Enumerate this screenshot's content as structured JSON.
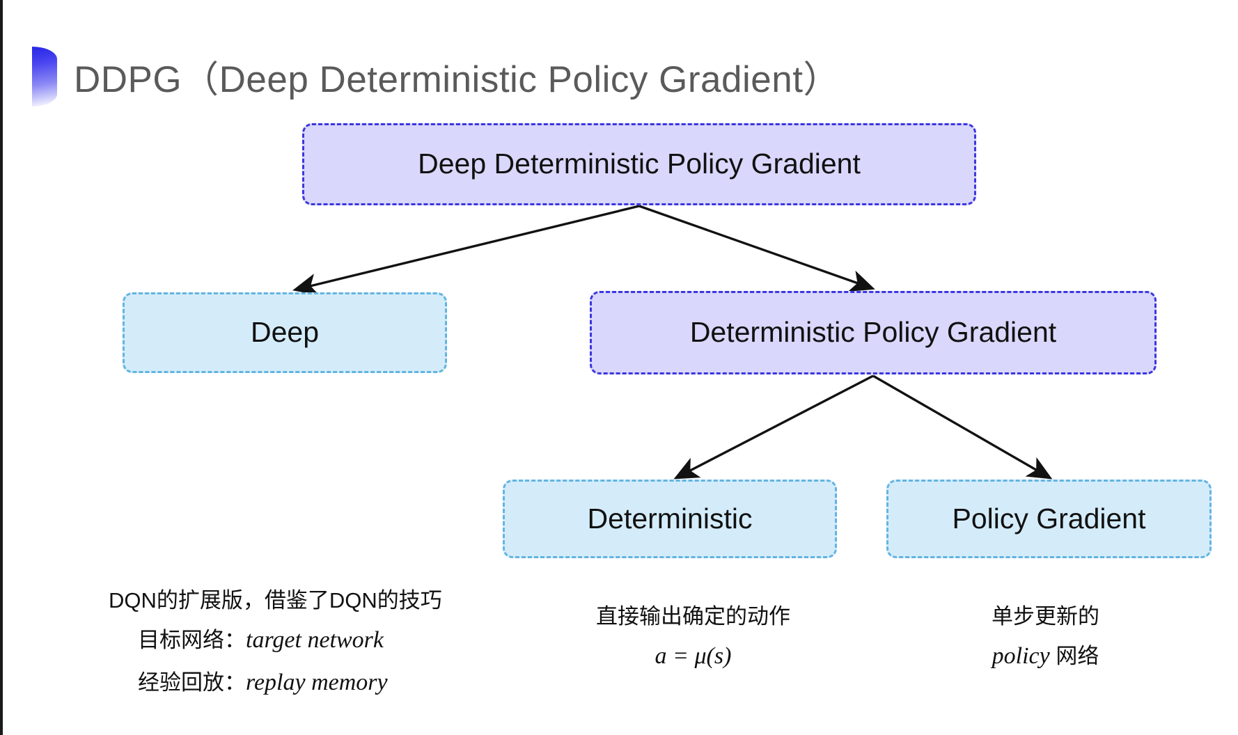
{
  "slide": {
    "title": "DDPG（Deep Deterministic Policy Gradient）",
    "bullet_icon": "half-circle-gradient-icon",
    "accent_purple": "#3b36e0",
    "accent_blue": "#62b4e0",
    "fill_purple": "#d9d7fb",
    "fill_blue": "#d4ecfa",
    "title_color": "#5a5a5a"
  },
  "diagram": {
    "type": "tree",
    "nodes": [
      {
        "id": "root",
        "label": "Deep Deterministic Policy Gradient",
        "style": "purple"
      },
      {
        "id": "deep",
        "label": "Deep",
        "style": "blue"
      },
      {
        "id": "dpg",
        "label": "Deterministic Policy Gradient",
        "style": "purple"
      },
      {
        "id": "det",
        "label": "Deterministic",
        "style": "blue"
      },
      {
        "id": "pg",
        "label": "Policy Gradient",
        "style": "blue"
      }
    ],
    "edges": [
      {
        "from": "root",
        "to": "deep"
      },
      {
        "from": "root",
        "to": "dpg"
      },
      {
        "from": "dpg",
        "to": "det"
      },
      {
        "from": "dpg",
        "to": "pg"
      }
    ]
  },
  "captions": {
    "deep": {
      "line1": "DQN的扩展版，借鉴了DQN的技巧",
      "line2_label": "目标网络：",
      "line2_term": "target network",
      "line3_label": "经验回放：",
      "line3_term": "replay memory"
    },
    "deterministic": {
      "line1": "直接输出确定的动作",
      "formula": "a = μ(s)"
    },
    "policy_gradient": {
      "line1": "单步更新的",
      "line2_term": "policy",
      "line2_suffix": " 网络"
    }
  }
}
